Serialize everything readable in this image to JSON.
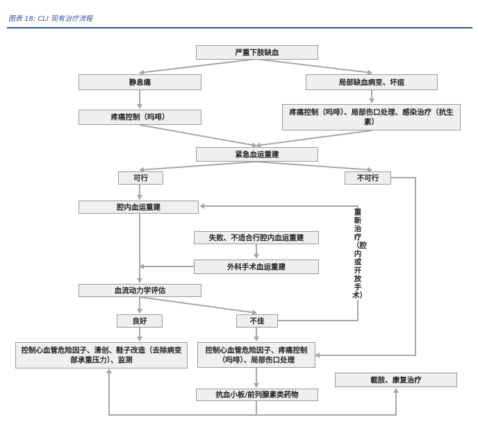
{
  "caption": "图表 18:  CLI 现有治疗流程",
  "nodes": {
    "severe_ischemia": "严重下肢缺血",
    "rest_pain": "静息痛",
    "ulcer_necrosis": "局部缺血病变、坏疽",
    "pain_control_morphine": "疼痛控制（吗啡）",
    "pain_control_wound": "疼痛控制（吗啡）、局部伤口处理、感染治疗（抗生素）",
    "urgent_revasc": "紧急血运重建",
    "feasible": "可行",
    "not_feasible": "不可行",
    "endovascular_revasc": "腔内血运重建",
    "failure_unsuitable": "失败、不适合行腔内血运重建",
    "surgical_revasc": "外科手术血运重建",
    "hemodynamic_eval": "血流动力学评估",
    "good": "良好",
    "poor": "不佳",
    "control_risk_good": "控制心血管危险因子、清创、鞋子改造（去除病变部承重压力）、监测",
    "control_risk_poor": "控制心血管危险因子、疼痛控制（吗啡）、局部伤口处理",
    "amputation_rehab": "截肢、康复治疗",
    "antiplatelet": "抗血小板/前列腺素类药物",
    "retreatment": "重新治疗（腔内或开放手术）"
  },
  "colors": {
    "arrow": "#a6a6a6",
    "box_fill": "#efefef",
    "box_border": "#9a9a9a",
    "rule": "#2f5597"
  }
}
